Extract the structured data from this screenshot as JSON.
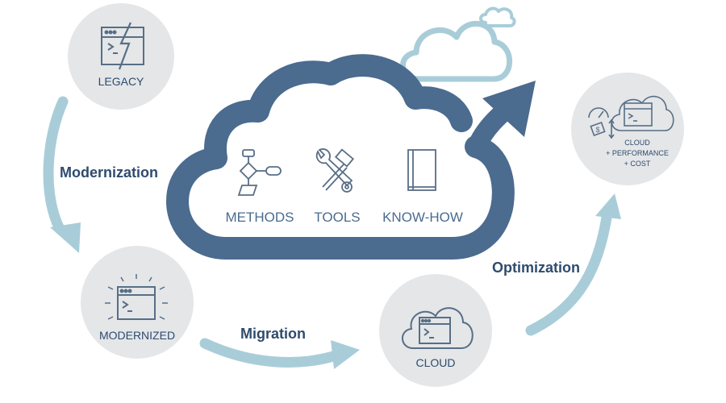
{
  "colors": {
    "navy": "#2f4b6e",
    "cloud_blue": "#4b6b8f",
    "light_blue": "#a9cdd8",
    "circle_gray": "#e4e6e8",
    "icon_gray": "#586e86"
  },
  "nodes": {
    "legacy": "LEGACY",
    "modernized": "MODERNIZED",
    "cloud": "CLOUD",
    "optimized": {
      "line1": "CLOUD",
      "line2": "+ PERFORMANCE",
      "line3": "+ COST"
    }
  },
  "steps": {
    "modernization": "Modernization",
    "migration": "Migration",
    "optimization": "Optimization"
  },
  "pillars": {
    "methods": "METHODS",
    "tools": "TOOLS",
    "knowhow": "KNOW-HOW"
  },
  "icons": {
    "legacy": "broken-terminal-window-icon",
    "modernized": "glowing-terminal-window-icon",
    "cloud": "cloud-terminal-window-icon",
    "optimized": "cloud-terminal-gauge-dollar-icon",
    "methods": "flowchart-icon",
    "tools": "wrench-hammer-gear-icon",
    "knowhow": "book-icon"
  }
}
